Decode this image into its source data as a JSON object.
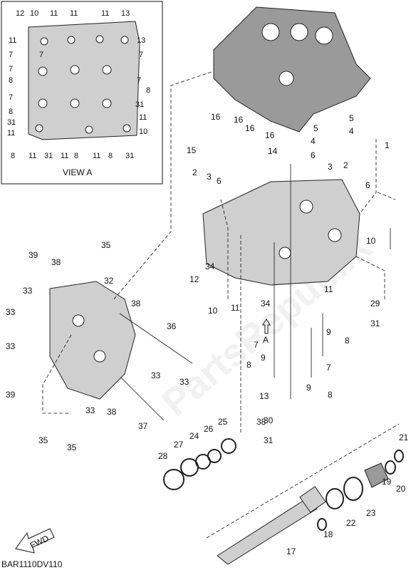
{
  "view_a_title": "VIEW A",
  "view_a_ref": "A",
  "fwd_label": "FWD",
  "diagram_code": "BAR1110DV110",
  "watermark": "PartsRepublik",
  "callouts": {
    "viewA": [
      {
        "n": "12"
      },
      {
        "n": "10"
      },
      {
        "n": "11"
      },
      {
        "n": "11"
      },
      {
        "n": "11"
      },
      {
        "n": "13"
      },
      {
        "n": "11"
      },
      {
        "n": "13"
      },
      {
        "n": "7"
      },
      {
        "n": "7"
      },
      {
        "n": "7"
      },
      {
        "n": "7"
      },
      {
        "n": "8"
      },
      {
        "n": "7"
      },
      {
        "n": "7"
      },
      {
        "n": "8"
      },
      {
        "n": "8"
      },
      {
        "n": "31"
      },
      {
        "n": "31"
      },
      {
        "n": "11"
      },
      {
        "n": "11"
      },
      {
        "n": "10"
      },
      {
        "n": "8"
      },
      {
        "n": "11"
      },
      {
        "n": "31"
      },
      {
        "n": "11"
      },
      {
        "n": "8"
      },
      {
        "n": "11"
      },
      {
        "n": "8"
      },
      {
        "n": "31"
      }
    ],
    "main": [
      {
        "n": "1"
      },
      {
        "n": "5"
      },
      {
        "n": "4"
      },
      {
        "n": "5"
      },
      {
        "n": "4"
      },
      {
        "n": "16"
      },
      {
        "n": "16"
      },
      {
        "n": "16"
      },
      {
        "n": "16"
      },
      {
        "n": "15"
      },
      {
        "n": "14"
      },
      {
        "n": "6"
      },
      {
        "n": "2"
      },
      {
        "n": "3"
      },
      {
        "n": "6"
      },
      {
        "n": "3"
      },
      {
        "n": "2"
      },
      {
        "n": "6"
      },
      {
        "n": "10"
      },
      {
        "n": "35"
      },
      {
        "n": "34"
      },
      {
        "n": "12"
      },
      {
        "n": "39"
      },
      {
        "n": "38"
      },
      {
        "n": "32"
      },
      {
        "n": "33"
      },
      {
        "n": "33"
      },
      {
        "n": "10"
      },
      {
        "n": "11"
      },
      {
        "n": "34"
      },
      {
        "n": "11"
      },
      {
        "n": "29"
      },
      {
        "n": "38"
      },
      {
        "n": "36"
      },
      {
        "n": "31"
      },
      {
        "n": "9"
      },
      {
        "n": "8"
      },
      {
        "n": "7"
      },
      {
        "n": "9"
      },
      {
        "n": "33"
      },
      {
        "n": "8"
      },
      {
        "n": "7"
      },
      {
        "n": "33"
      },
      {
        "n": "33"
      },
      {
        "n": "9"
      },
      {
        "n": "39"
      },
      {
        "n": "13"
      },
      {
        "n": "8"
      },
      {
        "n": "38"
      },
      {
        "n": "33"
      },
      {
        "n": "38"
      },
      {
        "n": "30"
      },
      {
        "n": "35"
      },
      {
        "n": "35"
      },
      {
        "n": "37"
      },
      {
        "n": "25"
      },
      {
        "n": "26"
      },
      {
        "n": "24"
      },
      {
        "n": "31"
      },
      {
        "n": "21"
      },
      {
        "n": "27"
      },
      {
        "n": "28"
      },
      {
        "n": "20"
      },
      {
        "n": "19"
      },
      {
        "n": "23"
      },
      {
        "n": "22"
      },
      {
        "n": "18"
      },
      {
        "n": "17"
      }
    ]
  }
}
